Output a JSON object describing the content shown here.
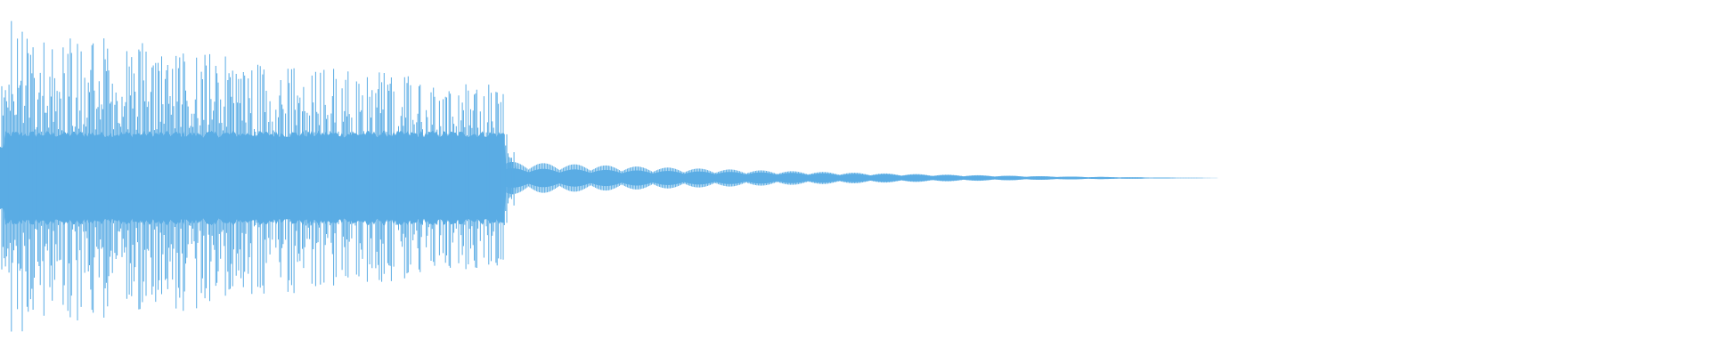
{
  "waveform": {
    "color": "#5aace4",
    "envelope": {
      "sustain_peak": 0.99,
      "sustain_dense": 0.29,
      "sustain_end_fraction": 0.295,
      "tail_start_amplitude": 0.06,
      "tail_end_fraction": 0.72,
      "total_fraction": 1.0
    }
  }
}
